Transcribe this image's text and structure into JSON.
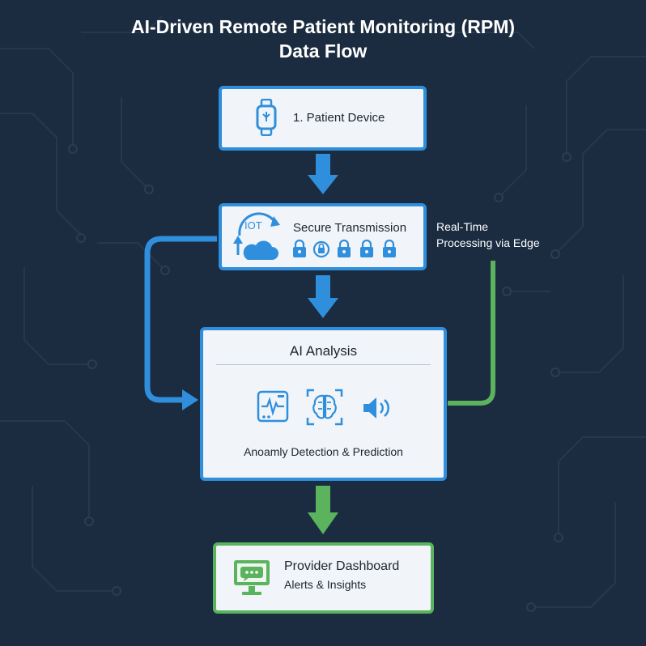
{
  "title": {
    "line1": "AI-Driven Remote Patient Monitoring (RPM)",
    "line2": "Data Flow"
  },
  "steps": {
    "device": {
      "label": "1. Patient Device",
      "icon": "smartwatch-icon"
    },
    "transmission": {
      "label": "Secure Transmission",
      "iot_badge": "IOT",
      "icons": [
        "cloud-sync-icon",
        "lock-icon",
        "lock-icon",
        "lock-icon",
        "lock-icon",
        "lock-icon"
      ]
    },
    "analysis": {
      "title": "AI Analysis",
      "caption": "Anoamly Detection & Prediction",
      "icons": [
        "ecg-monitor-icon",
        "brain-scan-icon",
        "speaker-icon"
      ]
    },
    "dashboard": {
      "title": "Provider Dashboard",
      "subtitle": "Alerts & Insights",
      "icon": "monitor-chat-icon"
    }
  },
  "edge_path": {
    "label_line1": "Real-Time",
    "label_line2": "Processing via Edge"
  },
  "colors": {
    "background": "#1b2b40",
    "blue_accent": "#2f8fdd",
    "green_accent": "#5bb35e",
    "box_fill": "#f1f4f8"
  }
}
